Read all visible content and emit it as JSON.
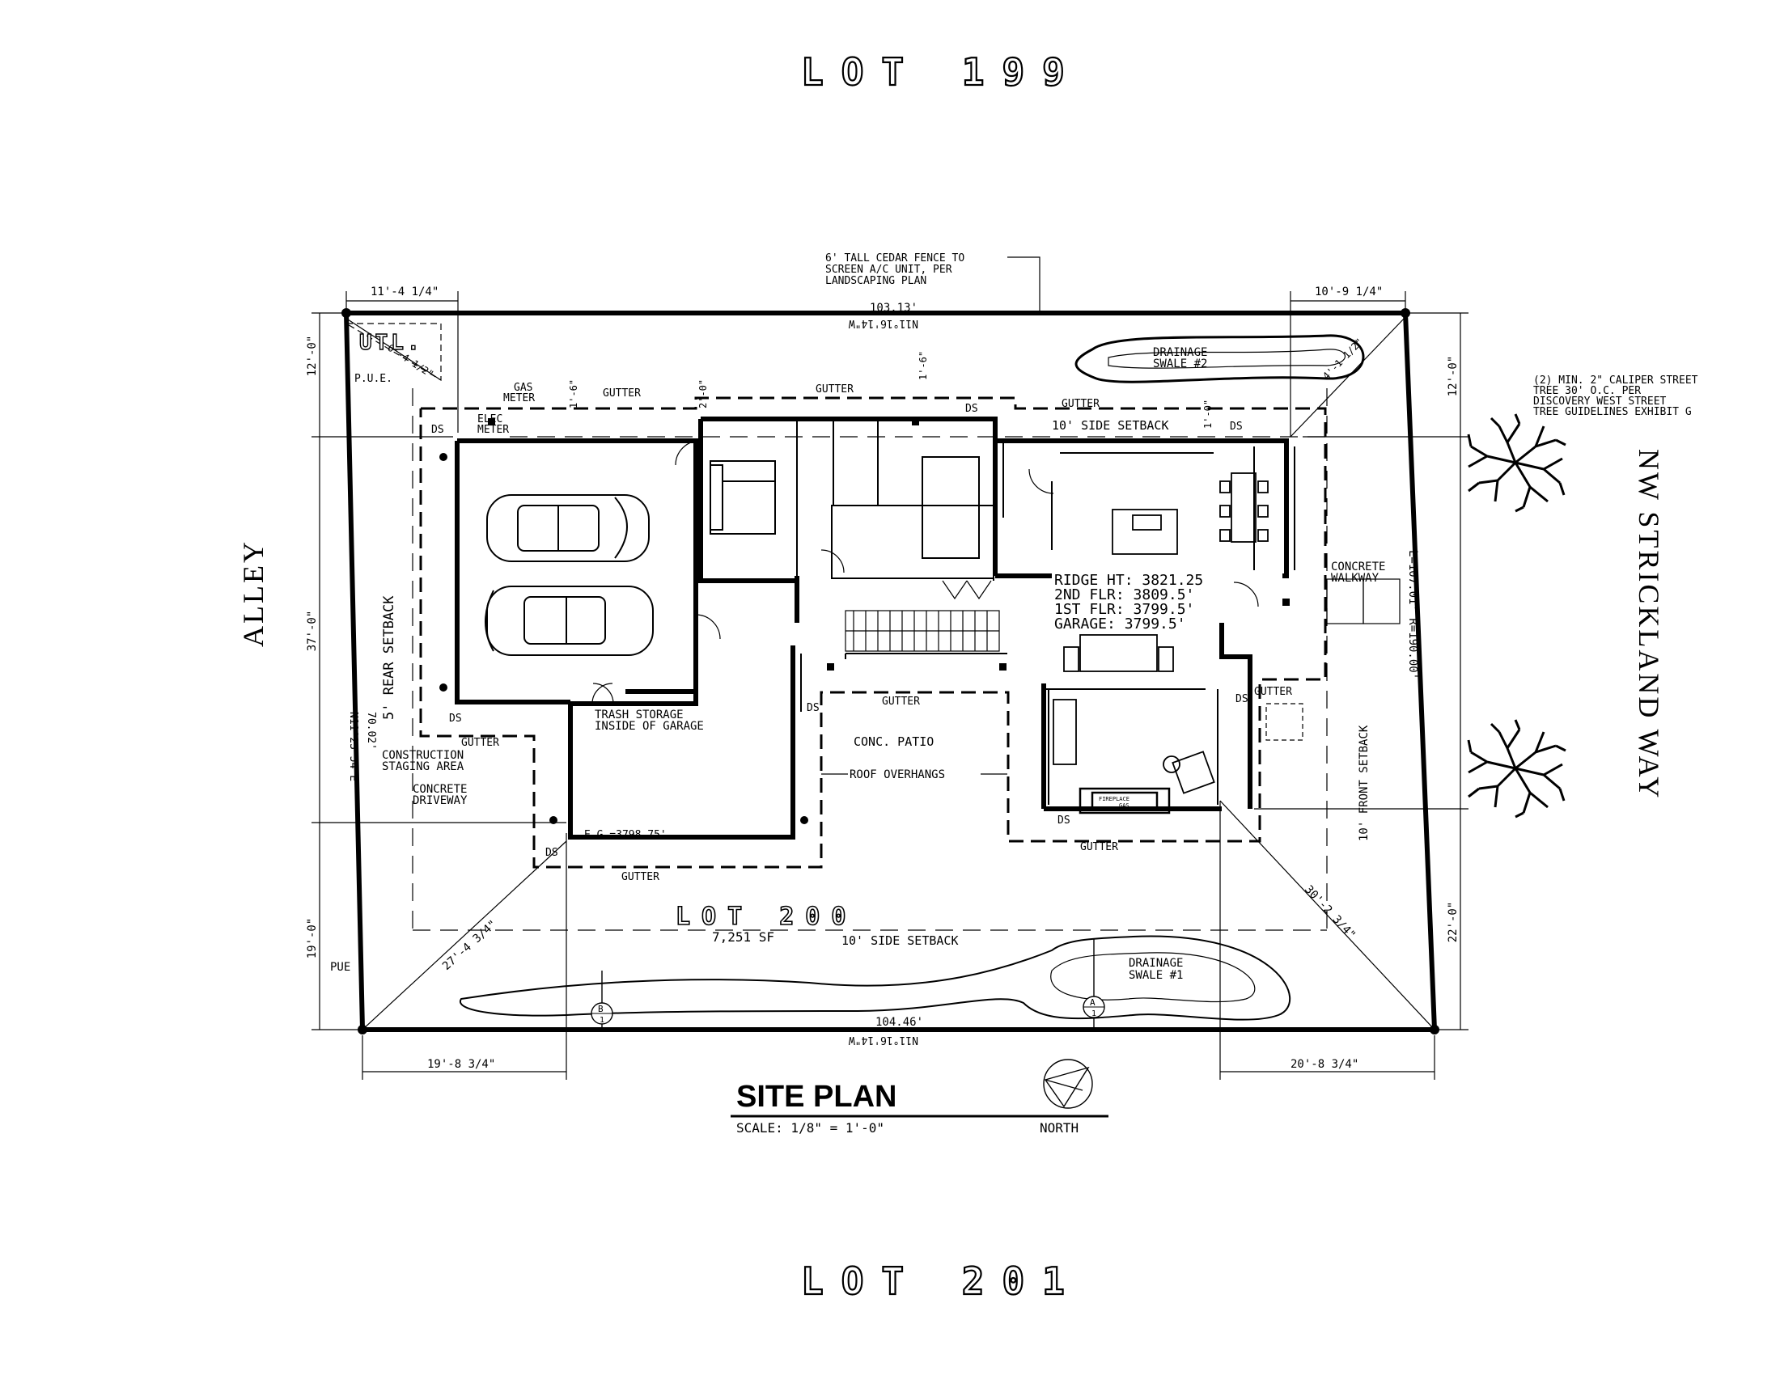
{
  "lots": {
    "top": "LOT 199",
    "bottom": "LOT 201",
    "current": "LOT 200",
    "area": "7,251 SF"
  },
  "streets": {
    "alley": "ALLEY",
    "front": "NW STRICKLAND WAY"
  },
  "title": {
    "main": "SITE PLAN",
    "scale": "SCALE: 1/8\" = 1'-0\"",
    "north": "NORTH"
  },
  "property": {
    "top_length": "103.13'",
    "top_bearing": "N11°16'14\"W",
    "bottom_length": "104.46'",
    "bottom_bearing": "N11°16'14\"W",
    "left_length": "70.02'",
    "left_bearing": "N11°23'54\"E",
    "right_curve": "L=107.01' R=190.00'"
  },
  "dims": {
    "top_left": "11'-4 1/4\"",
    "top_right": "10'-9 1/4\"",
    "left_a": "12'-0\"",
    "left_b": "37'-0\"",
    "left_c": "19'-0\"",
    "right_a": "12'-0\"",
    "right_b": "22'-0\"",
    "bottom_left": "19'-8 3/4\"",
    "bottom_right": "20'-8 3/4\"",
    "diag_left": "27'-4 3/4\"",
    "diag_right": "30'-2 3/4\"",
    "utl_diag": "6'-4 1/2\"",
    "top_diag_right": "4'-1 1/2\"",
    "offset_a": "1'-6\"",
    "offset_b": "2'-0\"",
    "offset_c": "1'-0\""
  },
  "labels": {
    "fence_note": [
      "6' TALL CEDAR FENCE TO",
      "SCREEN A/C UNIT, PER",
      "LANDSCAPING PLAN"
    ],
    "tree_note": [
      "(2) MIN. 2\" CALIPER STREET",
      "TREE 30' O.C. PER",
      "DISCOVERY WEST STREET",
      "TREE GUIDELINES EXHIBIT G"
    ],
    "utl": "UTL.",
    "pue": "P.U.E.",
    "pue2": "PUE",
    "gas_meter": [
      "GAS",
      "METER"
    ],
    "elec_meter": [
      "ELEC",
      "METER"
    ],
    "gutter": "GUTTER",
    "ds": "DS",
    "side_setback": "10' SIDE SETBACK",
    "rear_setback": "5' REAR SETBACK",
    "front_setback": "10' FRONT SETBACK",
    "drainage_2": [
      "DRAINAGE",
      "SWALE #2"
    ],
    "drainage_1": [
      "DRAINAGE",
      "SWALE #1"
    ],
    "concrete_walkway": [
      "CONCRETE",
      "WALKWAY"
    ],
    "heights": [
      "RIDGE HT: 3821.25",
      "2ND FLR: 3809.5'",
      "1ST FLR: 3799.5'",
      "GARAGE: 3799.5'"
    ],
    "trash": [
      "TRASH STORAGE",
      "INSIDE OF GARAGE"
    ],
    "patio": "CONC. PATIO",
    "overhangs": "ROOF OVERHANGS",
    "staging": [
      "CONSTRUCTION",
      "STAGING AREA"
    ],
    "driveway": [
      "CONCRETE",
      "DRIVEWAY"
    ],
    "eg": "E.G.=3798.75'",
    "fireplace": [
      "FIREPLACE",
      "GAS"
    ],
    "marker_a": "A",
    "marker_b": "B",
    "marker_num": "1"
  }
}
